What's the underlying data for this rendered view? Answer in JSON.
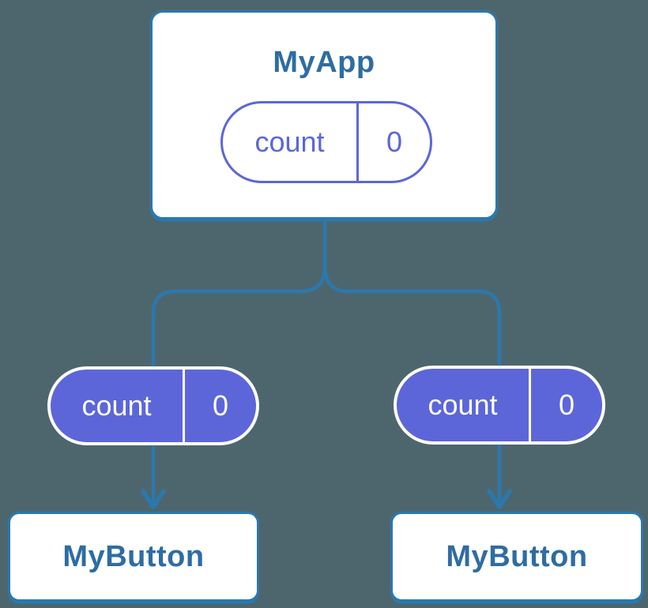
{
  "colors": {
    "bg": "#4D666E",
    "line": "#2B78AE",
    "card-border": "#2B78AE",
    "card-bg": "#FFFFFF",
    "title-text": "#2E6CA3",
    "purple": "#5C66D8",
    "pill-text-light": "#FFFFFF"
  },
  "diagram": {
    "root": {
      "title": "MyApp",
      "state": {
        "label": "count",
        "value": "0"
      }
    },
    "children": [
      {
        "prop": {
          "label": "count",
          "value": "0"
        },
        "title": "MyButton"
      },
      {
        "prop": {
          "label": "count",
          "value": "0"
        },
        "title": "MyButton"
      }
    ]
  }
}
